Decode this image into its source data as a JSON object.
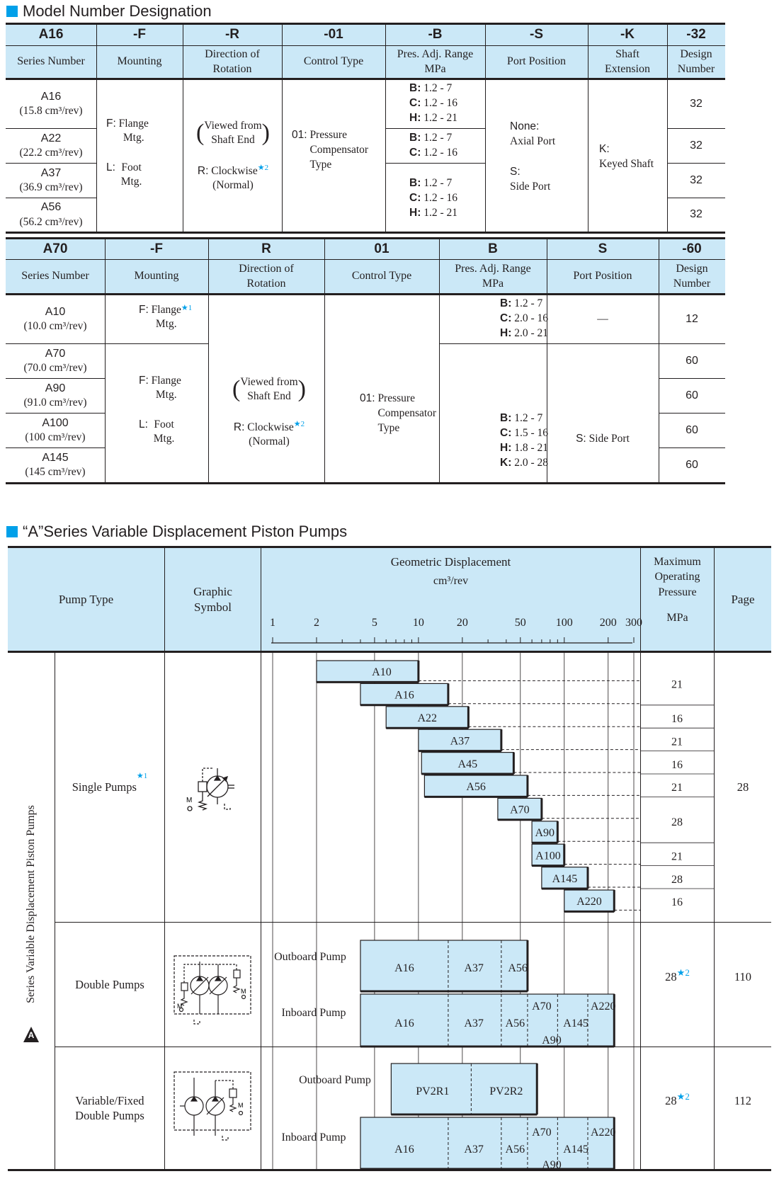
{
  "section1_title": "Model Number Designation",
  "t1": {
    "codes": [
      "A16",
      "-F",
      "-R",
      "-01",
      "-B",
      "-S",
      "-K",
      "-32"
    ],
    "headers": [
      "Series Number",
      "Mounting",
      "Direction of\nRotation",
      "Control Type",
      "Pres. Adj. Range\nMPa",
      "Port Position",
      "Shaft\nExtension",
      "Design\nNumber"
    ],
    "series": [
      {
        "code": "A16",
        "disp": "(15.8 cm³/rev)"
      },
      {
        "code": "A22",
        "disp": "(22.2 cm³/rev)"
      },
      {
        "code": "A37",
        "disp": "(36.9 cm³/rev)"
      },
      {
        "code": "A56",
        "disp": "(56.2 cm³/rev)"
      }
    ],
    "mount_f_k": "F:",
    "mount_f": "Flange\nMtg.",
    "mount_l_k": "L:",
    "mount_l": "Foot\nMtg.",
    "rot_view": "Viewed from\nShaft End",
    "rot_r_k": "R:",
    "rot_r": "Clockwise",
    "rot_star": "★2",
    "rot_normal": "(Normal)",
    "ctrl_k": "01:",
    "ctrl": "Pressure\nCompensator\nType",
    "pres1": [
      [
        "B:",
        "1.2 - 7"
      ],
      [
        "C:",
        "1.2 - 16"
      ],
      [
        "H:",
        "1.2 - 21"
      ]
    ],
    "pres2": [
      [
        "B:",
        "1.2 - 7"
      ],
      [
        "C:",
        "1.2 - 16"
      ]
    ],
    "pres3": [
      [
        "B:",
        "1.2 - 7"
      ],
      [
        "C:",
        "1.2 - 16"
      ],
      [
        "H:",
        "1.2 - 21"
      ]
    ],
    "port_none_k": "None:",
    "port_none": "Axial Port",
    "port_s_k": "S:",
    "port_s": "Side Port",
    "shaft_k": "K:",
    "shaft": "Keyed Shaft",
    "design": [
      "32",
      "32",
      "32",
      "32"
    ]
  },
  "t2": {
    "codes": [
      "A70",
      "-F",
      "R",
      "01",
      "B",
      "S",
      "-60"
    ],
    "headers": [
      "Series Number",
      "Mounting",
      "Direction of\nRotation",
      "Control Type",
      "Pres. Adj. Range\nMPa",
      "Port Position",
      "Design\nNumber"
    ],
    "series": [
      {
        "code": "A10",
        "disp": "(10.0 cm³/rev)"
      },
      {
        "code": "A70",
        "disp": "(70.0 cm³/rev)"
      },
      {
        "code": "A90",
        "disp": "(91.0 cm³/rev)"
      },
      {
        "code": "A100",
        "disp": "(100 cm³/rev)"
      },
      {
        "code": "A145",
        "disp": "(145 cm³/rev)"
      }
    ],
    "a10_mount_k": "F:",
    "a10_mount": "Flange\nMtg.",
    "a10_star": "★1",
    "mount_f_k": "F:",
    "mount_f": "Flange\nMtg.",
    "mount_l_k": "L:",
    "mount_l": "Foot\nMtg.",
    "rot_view": "Viewed from\nShaft End",
    "rot_r_k": "R:",
    "rot_r": "Clockwise",
    "rot_star": "★2",
    "rot_normal": "(Normal)",
    "ctrl_k": "01:",
    "ctrl": "Pressure\nCompensator\nType",
    "pres_a": [
      [
        "B:",
        "1.2 - 7"
      ],
      [
        "C:",
        "2.0 - 16"
      ],
      [
        "H:",
        "2.0 - 21"
      ]
    ],
    "pres_b": [
      [
        "B:",
        "1.2 - 7"
      ],
      [
        "C:",
        "1.5 - 16"
      ],
      [
        "H:",
        "1.8 - 21"
      ],
      [
        "K:",
        "2.0 - 28"
      ]
    ],
    "port_dash": "—",
    "port_s_k": "S:",
    "port_s": "Side Port",
    "design": [
      "12",
      "60",
      "60",
      "60",
      "60"
    ]
  },
  "section2_title": "“A”Series Variable Displacement Piston Pumps",
  "t3": {
    "h_pump": "Pump Type",
    "h_symbol": "Graphic\nSymbol",
    "h_geo": "Geometric Displacement",
    "h_unit": "cm³/rev",
    "h_max": "Maximum\nOperating\nPressure",
    "h_mpa": "MPa",
    "h_page": "Page",
    "ticks": [
      "1",
      "2",
      "5",
      "10",
      "20",
      "50",
      "100",
      "200",
      "300"
    ],
    "side_label": "Series Variable Displacement Piston Pumps",
    "side_logo": "A",
    "single_label": "Single Pumps",
    "single_star": "★1",
    "single_bars": [
      {
        "name": "A10",
        "min": 2,
        "max": 10,
        "mpa": "21"
      },
      {
        "name": "A16",
        "min": 4,
        "max": 16,
        "mpa": ""
      },
      {
        "name": "A22",
        "min": 6,
        "max": 22,
        "mpa": "16"
      },
      {
        "name": "A37",
        "min": 10,
        "max": 37,
        "mpa": "21"
      },
      {
        "name": "A45",
        "min": 10.5,
        "max": 45,
        "mpa": "16"
      },
      {
        "name": "A56",
        "min": 11,
        "max": 56,
        "mpa": "21"
      },
      {
        "name": "A70",
        "min": 35,
        "max": 70,
        "mpa": "28"
      },
      {
        "name": "A90",
        "min": 60,
        "max": 90,
        "mpa": ""
      },
      {
        "name": "A100",
        "min": 60,
        "max": 100,
        "mpa": "21"
      },
      {
        "name": "A145",
        "min": 70,
        "max": 145,
        "mpa": "28"
      },
      {
        "name": "A220",
        "min": 100,
        "max": 220,
        "mpa": "16"
      }
    ],
    "single_page": "28",
    "double_label": "Double Pumps",
    "double_outboard": "Outboard Pump",
    "double_inboard": "Inboard Pump",
    "double_out_bar": [
      "A16",
      "A37",
      "A56"
    ],
    "double_in_bar": [
      "A16",
      "A37",
      "A56",
      "A70",
      "A90",
      "A145",
      "A220"
    ],
    "double_mpa": "28",
    "double_star": "★2",
    "double_page": "110",
    "vf_label": "Variable/Fixed\nDouble Pumps",
    "vf_outboard": "Outboard Pump",
    "vf_inboard": "Inboard Pump",
    "vf_out_bar": [
      "PV2R1",
      "PV2R2"
    ],
    "vf_in_bar": [
      "A16",
      "A37",
      "A56",
      "A70",
      "A90",
      "A145",
      "A220"
    ],
    "vf_mpa": "28",
    "vf_star": "★2",
    "vf_page": "112"
  },
  "colors": {
    "accent": "#00a0e9",
    "header_bg": "#cbe8f7",
    "bar_fill": "#cbe8f7"
  }
}
